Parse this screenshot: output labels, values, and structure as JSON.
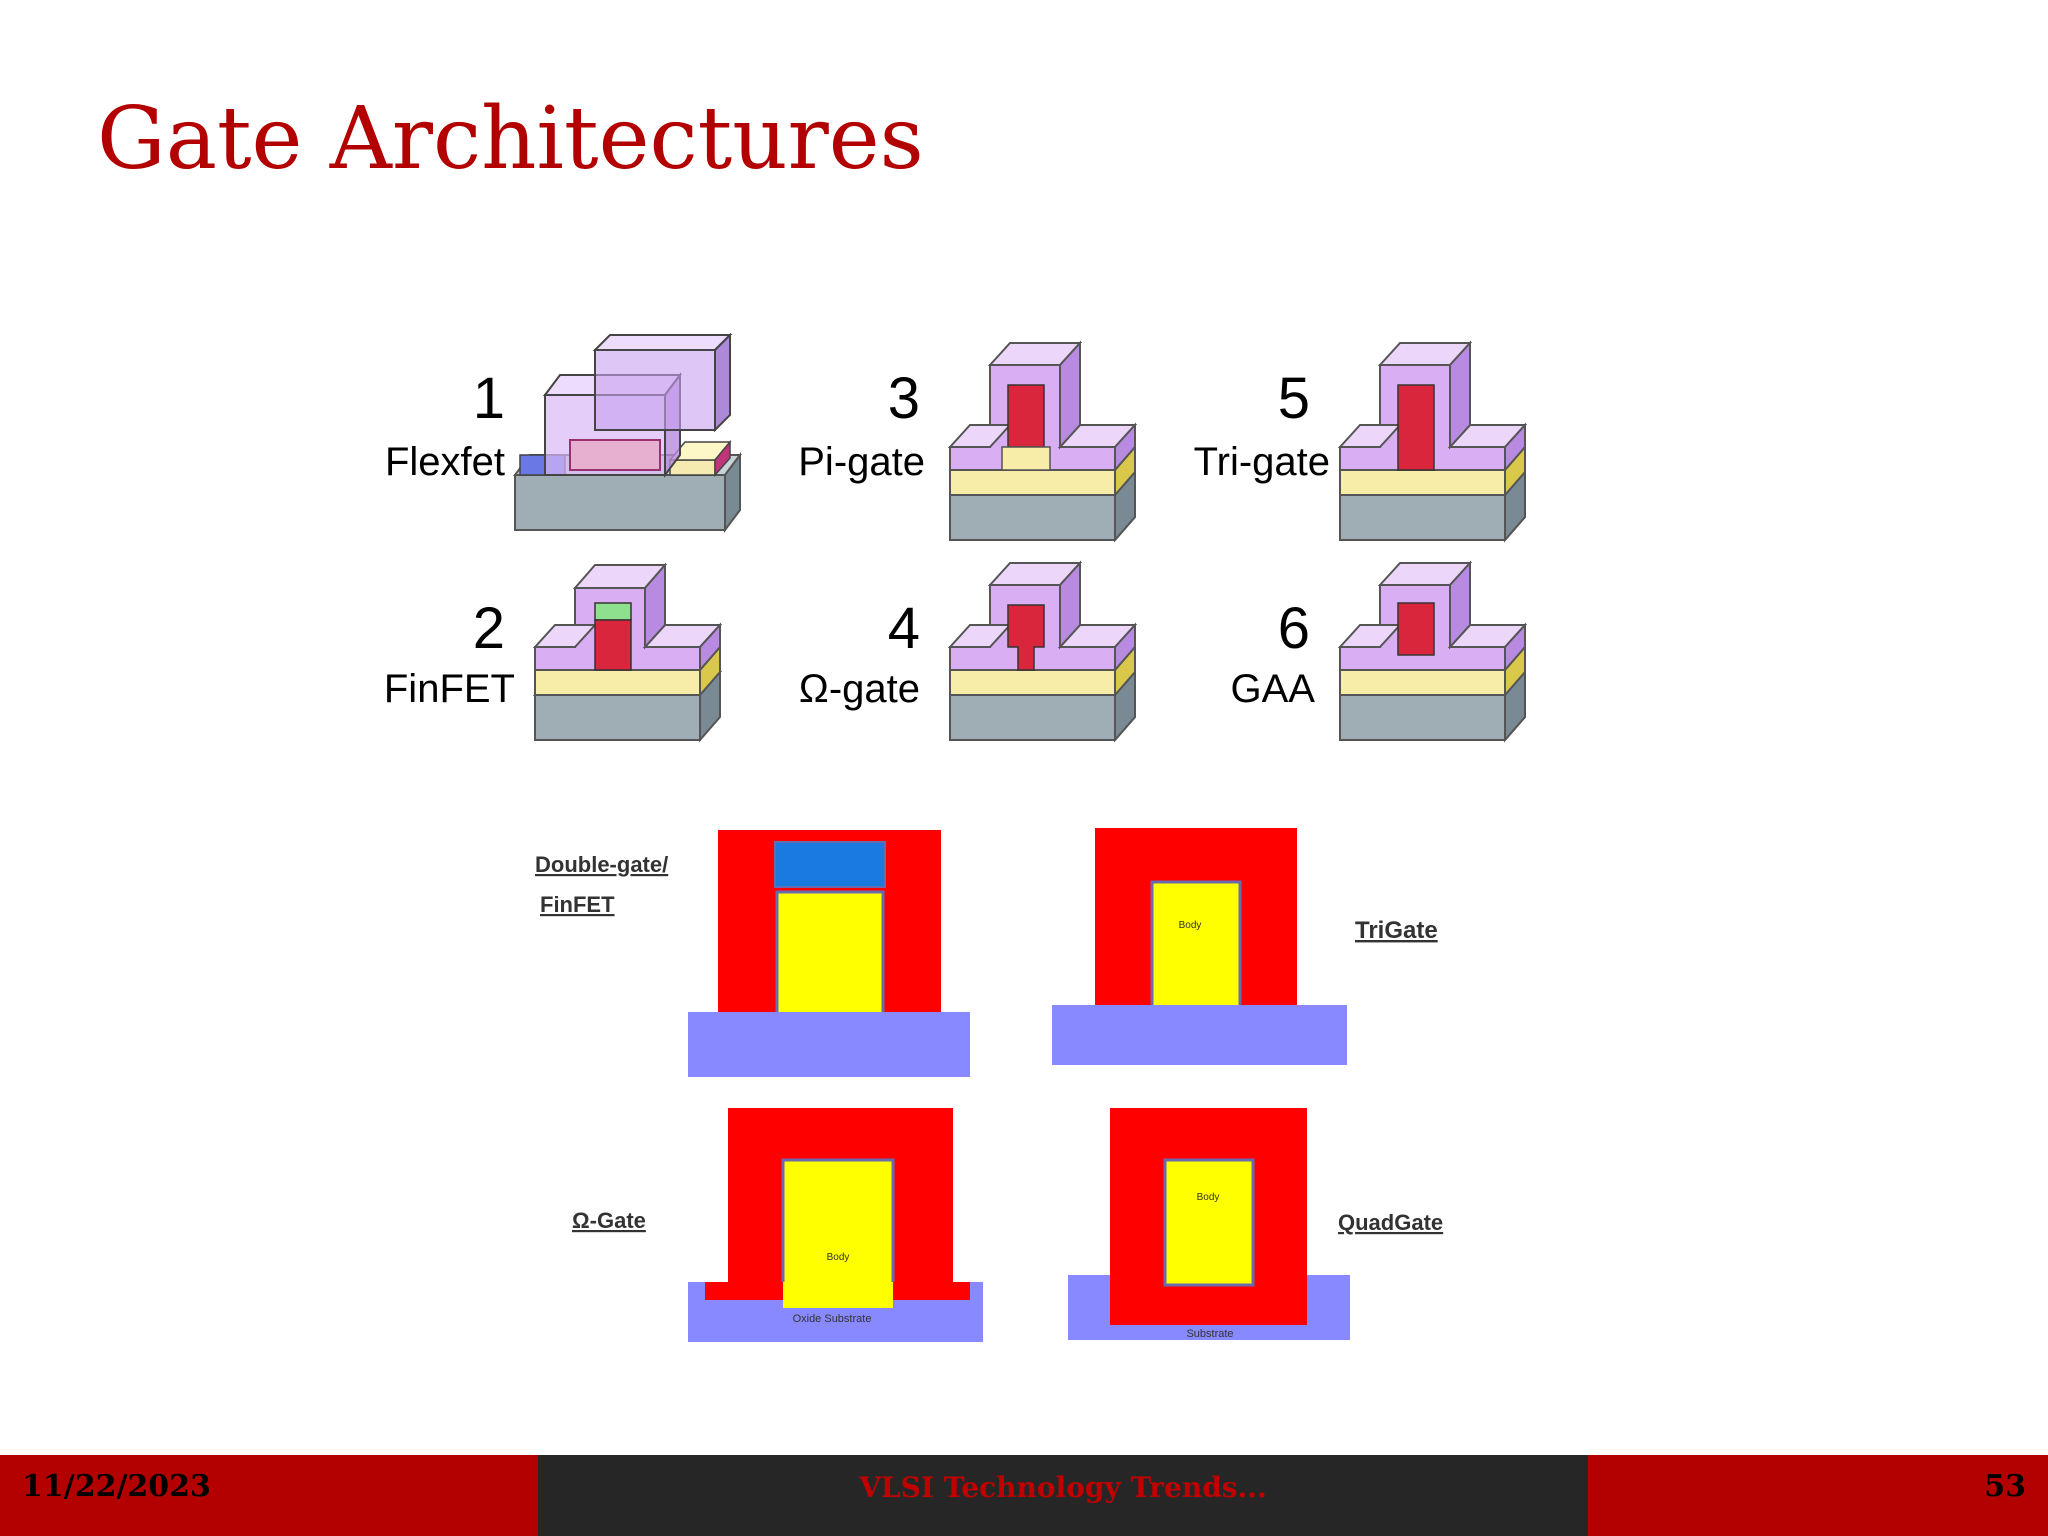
{
  "slide": {
    "title": "Gate Architectures"
  },
  "figure_3d": {
    "items": [
      {
        "number": "1",
        "label": "Flexfet"
      },
      {
        "number": "2",
        "label": "FinFET"
      },
      {
        "number": "3",
        "label": "Pi-gate"
      },
      {
        "number": "4",
        "label": "Ω-gate"
      },
      {
        "number": "5",
        "label": "Tri-gate"
      },
      {
        "number": "6",
        "label": "GAA"
      }
    ]
  },
  "figure_2d": {
    "double_gate": {
      "label_line1": "Double-gate/",
      "label_line2": "FinFET"
    },
    "trigate": {
      "label": "TriGate",
      "body": "Body"
    },
    "omega": {
      "label": "Ω-Gate",
      "body": "Body",
      "substrate": "Oxide Substrate"
    },
    "quadgate": {
      "label": "QuadGate",
      "body": "Body",
      "substrate": "Substrate"
    }
  },
  "footer": {
    "date": "11/22/2023",
    "center": "VLSI Technology Trends...",
    "page": "53"
  },
  "colors": {
    "title": "#b30000",
    "footer_red": "#b30000",
    "footer_dark": "#262626"
  }
}
